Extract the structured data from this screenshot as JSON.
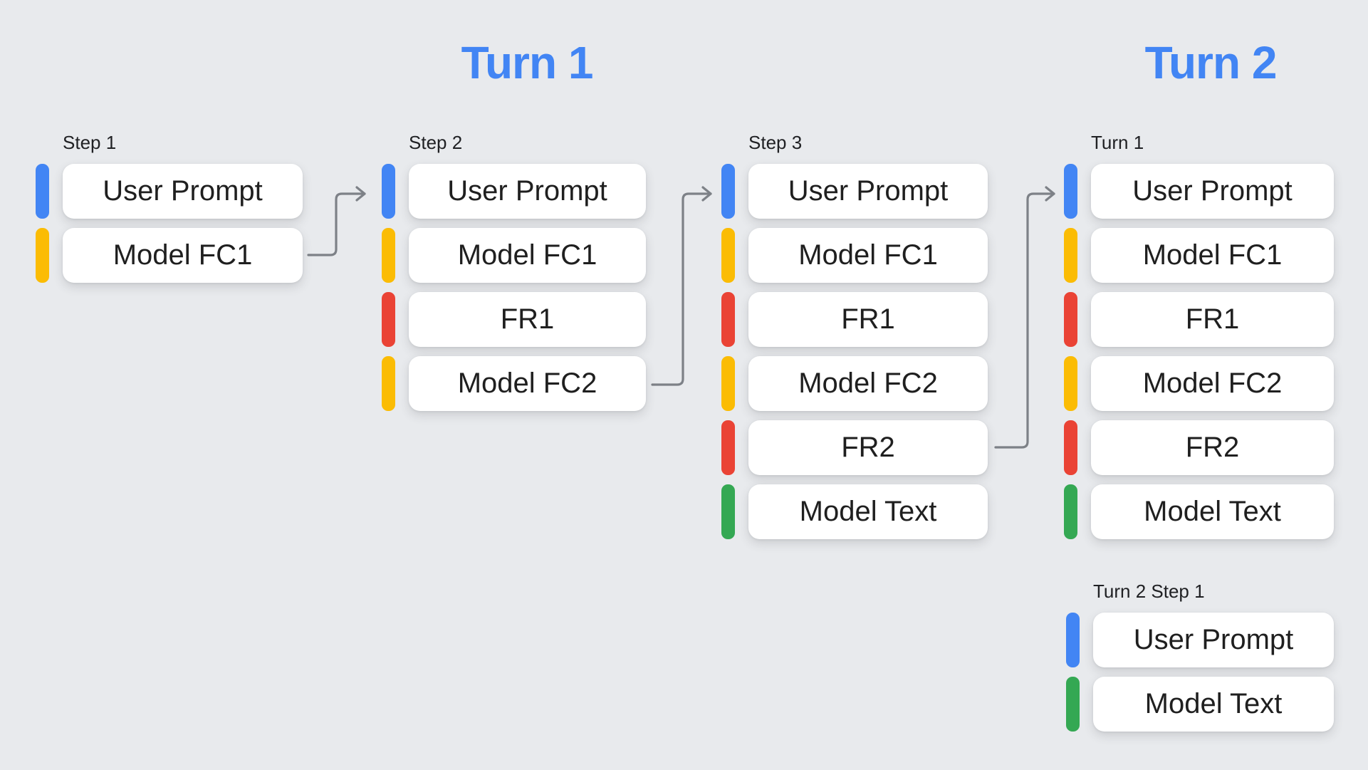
{
  "background": "#E8EAED",
  "titles": {
    "turn1": "Turn 1",
    "turn2": "Turn 2",
    "color": "#4285F4"
  },
  "colors": {
    "user_prompt": "#4285F4",
    "model_fc": "#FBBC04",
    "function_response": "#EA4335",
    "model_text": "#34A853",
    "arrow": "#7D8187",
    "box_bg": "#FFFFFF",
    "text": "#1F1F1F",
    "label": "#202124"
  },
  "columns": [
    {
      "label": "Step 1",
      "rows": [
        {
          "text": "User Prompt",
          "role": "user_prompt"
        },
        {
          "text": "Model FC1",
          "role": "model_fc"
        }
      ]
    },
    {
      "label": "Step 2",
      "rows": [
        {
          "text": "User Prompt",
          "role": "user_prompt"
        },
        {
          "text": "Model FC1",
          "role": "model_fc"
        },
        {
          "text": "FR1",
          "role": "function_response"
        },
        {
          "text": "Model FC2",
          "role": "model_fc"
        }
      ]
    },
    {
      "label": "Step 3",
      "rows": [
        {
          "text": "User Prompt",
          "role": "user_prompt"
        },
        {
          "text": "Model FC1",
          "role": "model_fc"
        },
        {
          "text": "FR1",
          "role": "function_response"
        },
        {
          "text": "Model FC2",
          "role": "model_fc"
        },
        {
          "text": "FR2",
          "role": "function_response"
        },
        {
          "text": "Model Text",
          "role": "model_text"
        }
      ]
    },
    {
      "label": "Turn 1",
      "rows": [
        {
          "text": "User Prompt",
          "role": "user_prompt"
        },
        {
          "text": "Model FC1",
          "role": "model_fc"
        },
        {
          "text": "FR1",
          "role": "function_response"
        },
        {
          "text": "Model FC2",
          "role": "model_fc"
        },
        {
          "text": "FR2",
          "role": "function_response"
        },
        {
          "text": "Model Text",
          "role": "model_text"
        }
      ]
    },
    {
      "label": "Turn 2 Step 1",
      "rows": [
        {
          "text": "User Prompt",
          "role": "user_prompt"
        },
        {
          "text": "Model Text",
          "role": "model_text"
        }
      ]
    }
  ],
  "arrows": [
    {
      "from": "Step 1 / Model FC1",
      "to": "Step 2 / User Prompt"
    },
    {
      "from": "Step 2 / Model FC2",
      "to": "Step 3 / User Prompt"
    },
    {
      "from": "Step 3 / FR2",
      "to": "Turn 1 / User Prompt"
    }
  ]
}
